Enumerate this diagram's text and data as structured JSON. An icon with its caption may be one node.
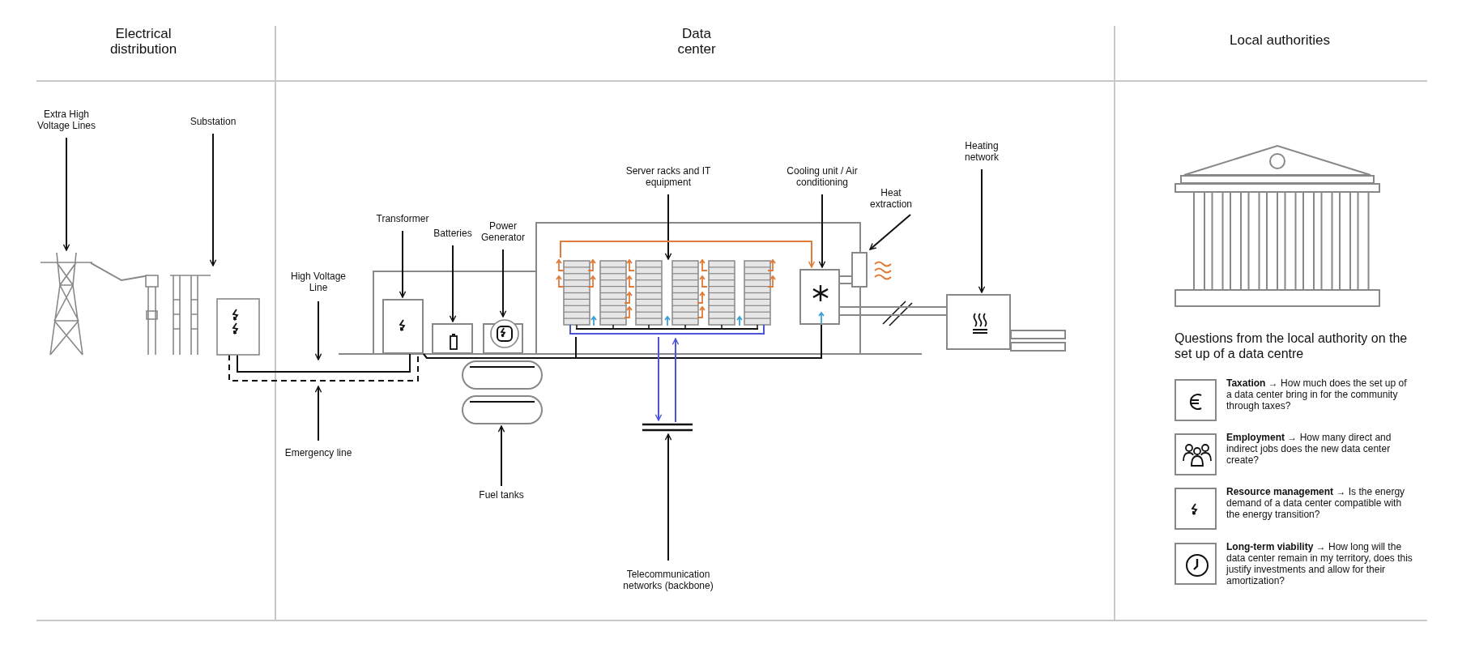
{
  "diagram": {
    "nodes": [
      {
        "text": [
          "Extra High Voltage Lines"
        ]
      },
      {
        "text": [
          "Substation"
        ]
      },
      {
        "text": [],
        "shape": "picture"
      },
      {
        "text": [],
        "shape": "picture"
      },
      {
        "text": [
          "High Voltage Line"
        ]
      },
      {
        "text": [
          "Emergency line"
        ]
      },
      {
        "text": [
          "Transformer"
        ]
      },
      {
        "text": [
          "Batteries"
        ]
      },
      {
        "text": [
          "Power Generator"
        ]
      },
      {
        "text": [
          "Fuel tanks"
        ]
      },
      {
        "text": [
          "Server racks and IT equipment"
        ]
      },
      {
        "text": [
          "Cooling unit / Air conditioning"
        ]
      },
      {
        "text": [
          "Heat extraction"
        ]
      },
      {
        "text": [
          "Heating network"
        ]
      },
      {
        "text": [
          "Telecommunication networks (backbone)"
        ]
      },
      {
        "text": [],
        "shape": "box"
      },
      {
        "text": [],
        "shape": "box"
      },
      {
        "text": [],
        "shape": "box"
      },
      {
        "text": [],
        "shape": "cylinder"
      },
      {
        "text": [],
        "shape": "cylinder"
      },
      {
        "text": [],
        "shape": "picture"
      },
      {
        "text": [],
        "shape": "box"
      },
      {
        "text": [],
        "shape": "box"
      },
      {
        "text": [],
        "shape": "box"
      },
      {
        "text": [],
        "shape": "bar"
      },
      {
        "text": [],
        "shape": "box",
        "beside": [
          "**Taxation** → How much does the set up of a data center bring in for the community through taxes?"
        ]
      },
      {
        "text": [],
        "shape": "box",
        "beside": [
          "**Employment** → How many direct and indirect jobs does the new data center create?"
        ]
      },
      {
        "text": [],
        "shape": "box",
        "beside": [
          "**Resource management** → Is the energy demand of a data center compatible with the energy transition?"
        ]
      },
      {
        "text": [],
        "shape": "box",
        "beside": [
          "**Long-term viability** → How long will the data center remain in my territory, does this justify investments and allow for their amortization?"
        ]
      }
    ],
    "edges": [
      {
        "from": 0,
        "to": 2,
        "arrow": "to"
      },
      {
        "from": 1,
        "to": 3,
        "arrow": "to"
      },
      {
        "from": 4,
        "to": null,
        "arrow": "to"
      },
      {
        "from": 5,
        "to": null,
        "arrow": "to"
      },
      {
        "from": 6,
        "to": 15,
        "arrow": "to"
      },
      {
        "from": 7,
        "to": 16,
        "arrow": "to"
      },
      {
        "from": 8,
        "to": 17,
        "arrow": "to"
      },
      {
        "from": 9,
        "to": 19,
        "arrow": "to"
      },
      {
        "from": 10,
        "to": 20,
        "arrow": "to"
      },
      {
        "from": 11,
        "to": 21,
        "arrow": "to"
      },
      {
        "from": 12,
        "to": 22,
        "arrow": "to"
      },
      {
        "from": 13,
        "to": 23,
        "arrow": "to"
      },
      {
        "from": 14,
        "to": 24,
        "arrow": "to"
      },
      {
        "from": 2,
        "to": 3,
        "arrow": "none",
        "color": "#888888"
      },
      {
        "from": 3,
        "to": 15,
        "arrow": "none"
      },
      {
        "from": 3,
        "to": 15,
        "arrow": "none",
        "style": "dashed"
      },
      {
        "from": 15,
        "to": 20,
        "arrow": "none"
      },
      {
        "from": 15,
        "to": 21,
        "arrow": "none"
      },
      {
        "from": 20,
        "to": 24,
        "arrow": "to",
        "color": "#4b55d6"
      },
      {
        "from": 24,
        "to": 20,
        "arrow": "to",
        "color": "#4b55d6"
      },
      {
        "from": 20,
        "to": 21,
        "arrow": "to",
        "color": "#e07b39"
      },
      {
        "from": 21,
        "to": 22,
        "arrow": "none",
        "color": "#888888"
      },
      {
        "from": 21,
        "to": 23,
        "arrow": "none",
        "color": "#888888"
      }
    ],
    "labels": [
      "Electrical distribution",
      "Data center",
      "Local authorities",
      "Questions from the local authority on the set up of a data centre"
    ]
  }
}
